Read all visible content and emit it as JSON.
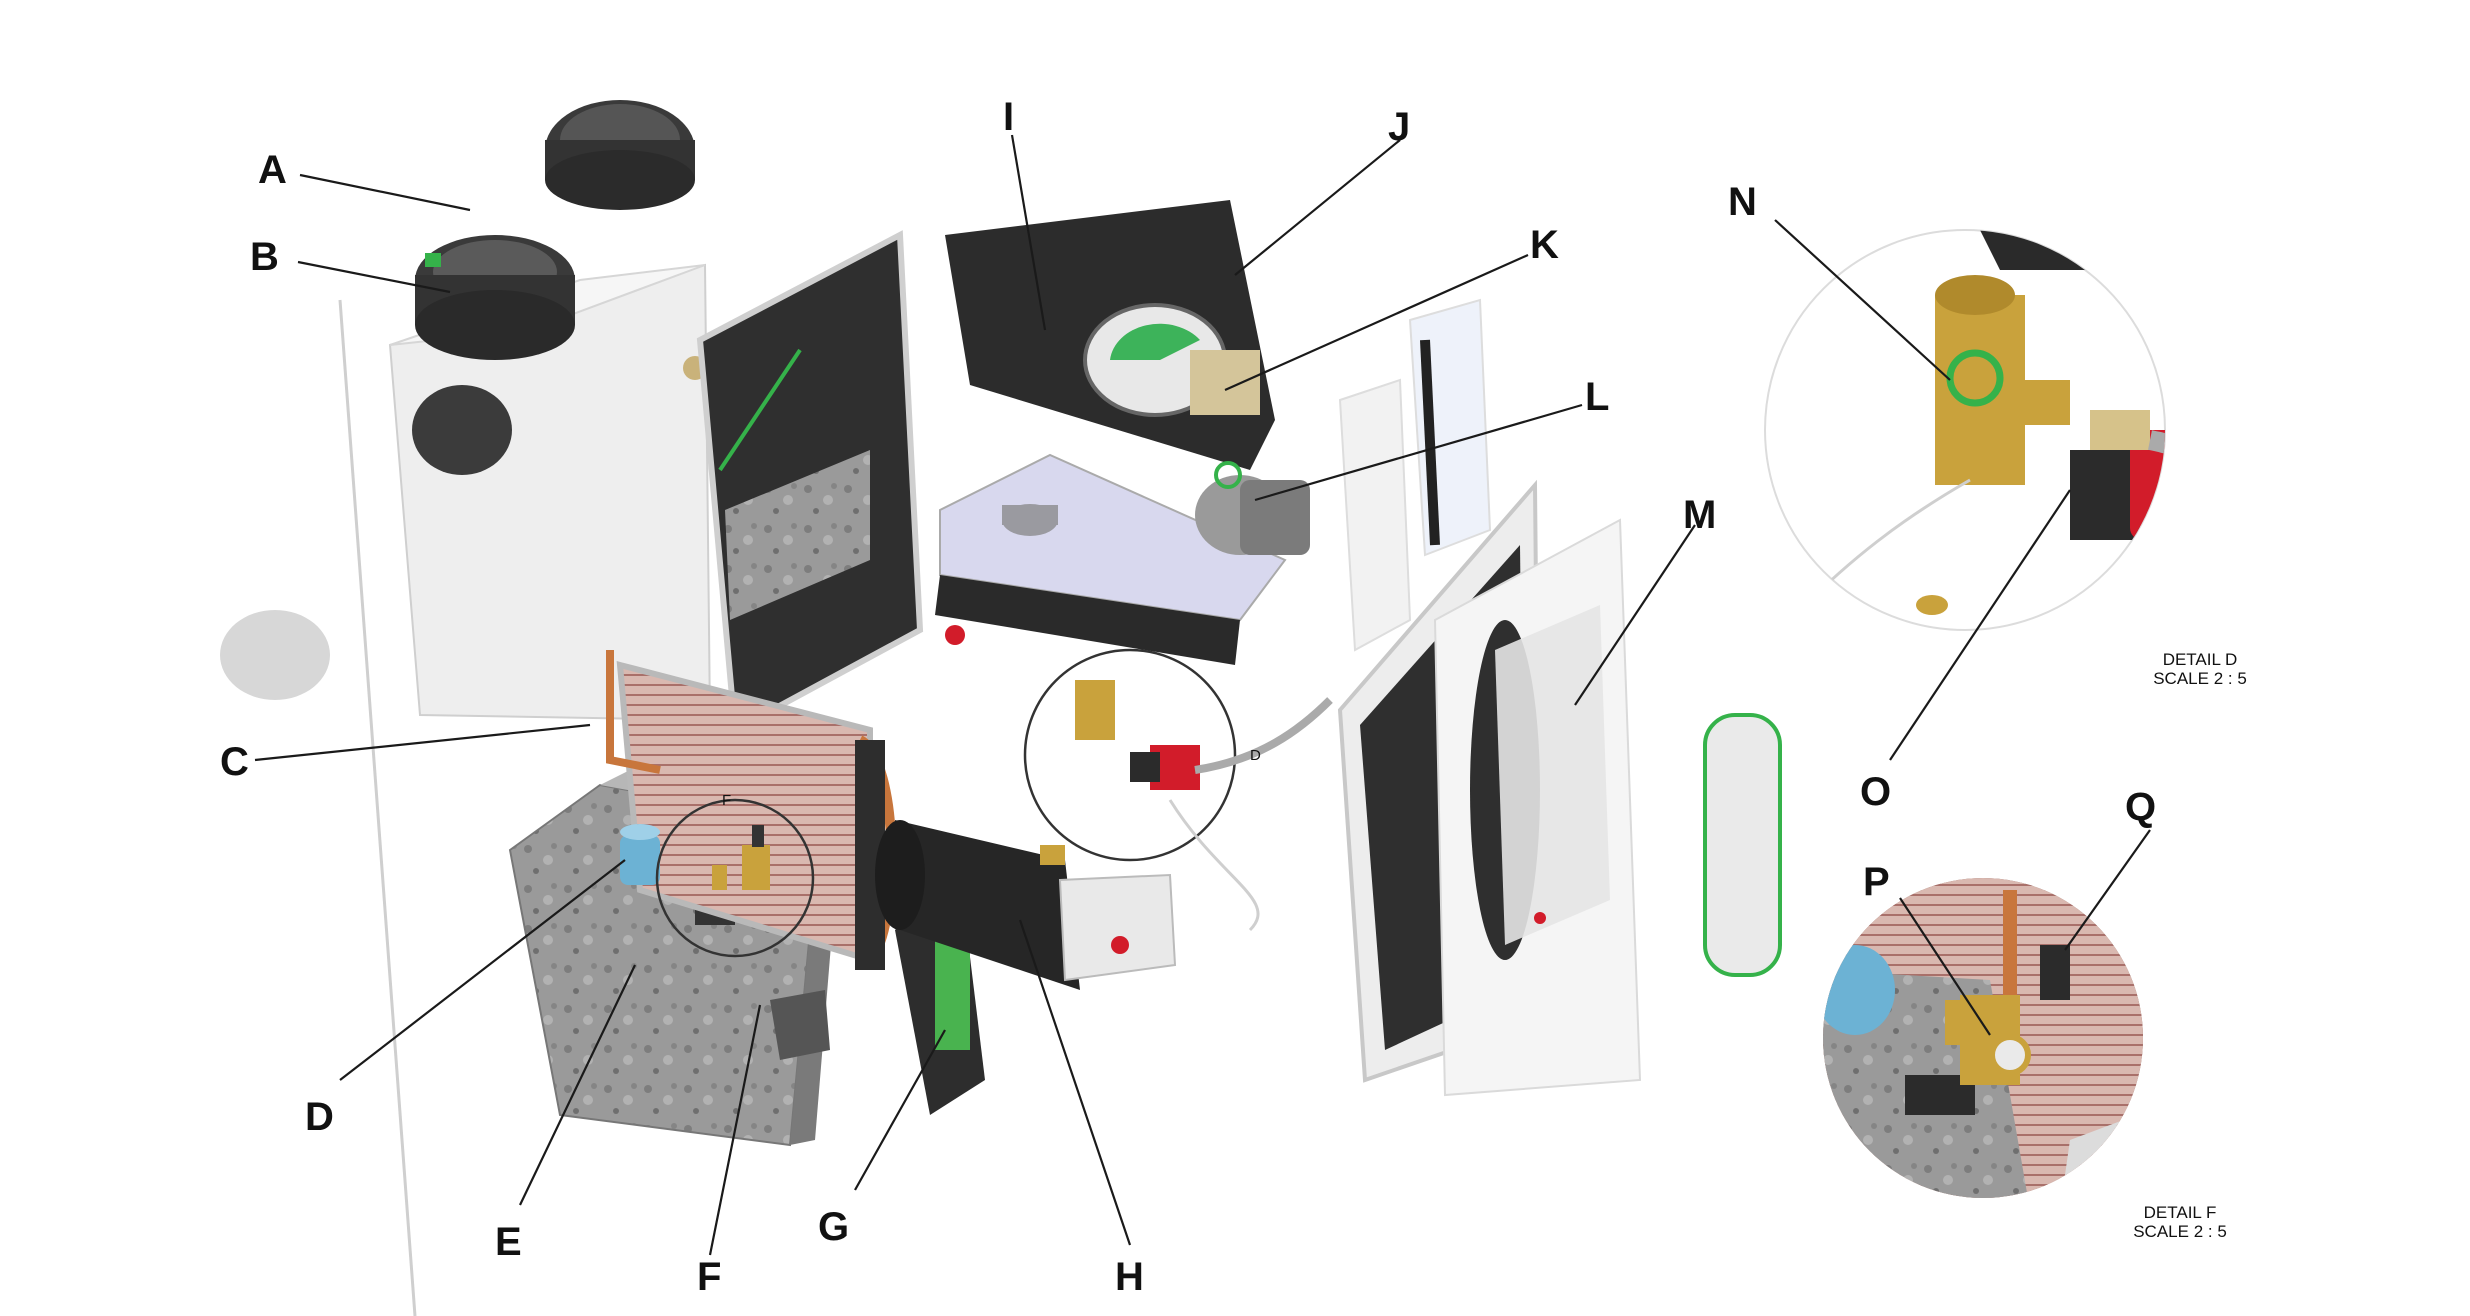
{
  "labels": {
    "A": "A",
    "B": "B",
    "C": "C",
    "D": "D",
    "E": "E",
    "F": "F",
    "G": "G",
    "H": "H",
    "I": "I",
    "J": "J",
    "K": "K",
    "L": "L",
    "M": "M",
    "N": "N",
    "O": "O",
    "P": "P",
    "Q": "Q"
  },
  "detail_d": {
    "title": "DETAIL D",
    "scale": "SCALE 2 : 5",
    "marker": "D"
  },
  "detail_f": {
    "title": "DETAIL F",
    "scale": "SCALE 2 : 5",
    "marker": "F"
  },
  "colors": {
    "stone": "#8f8f8f",
    "dark_panel": "#2e2e2e",
    "brass": "#c9a23c",
    "copper": "#c8763c",
    "red": "#d21c2a",
    "green": "#35b24a"
  }
}
